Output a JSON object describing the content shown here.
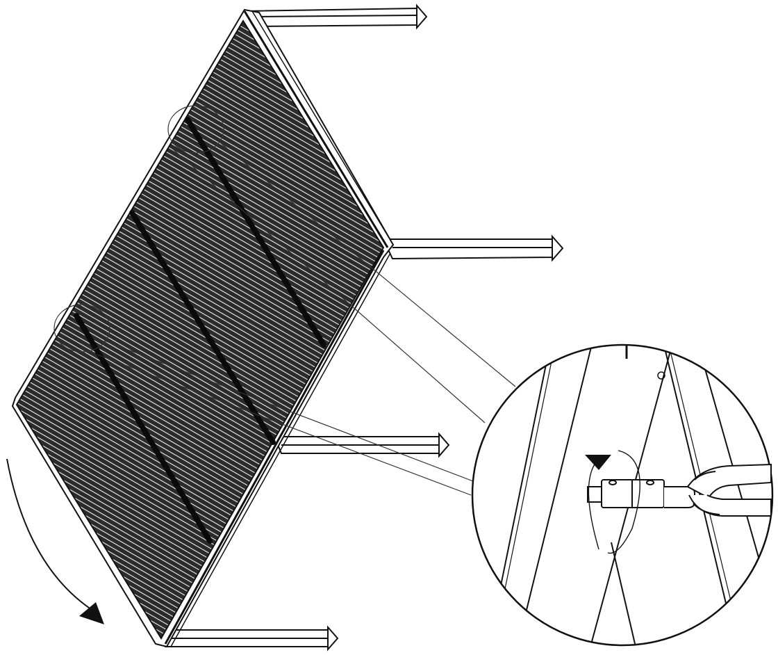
{
  "figure": {
    "description_visible_text": "",
    "colors": {
      "ink": "#111111",
      "panel_fill": "#2b2b2b",
      "hatch": "#f2f2f2",
      "background": "#ffffff",
      "detail_ring": "#222222"
    },
    "components": {
      "panel": "hatched-panel",
      "frame": "support-frame",
      "legs": [
        "leg-1",
        "leg-2",
        "leg-3",
        "leg-4"
      ],
      "ribs": [
        "rib-1",
        "rib-2",
        "rib-3"
      ],
      "detail_callout": "magnified-hinge-detail",
      "rotation_arrow": "rotation-arrow"
    }
  }
}
